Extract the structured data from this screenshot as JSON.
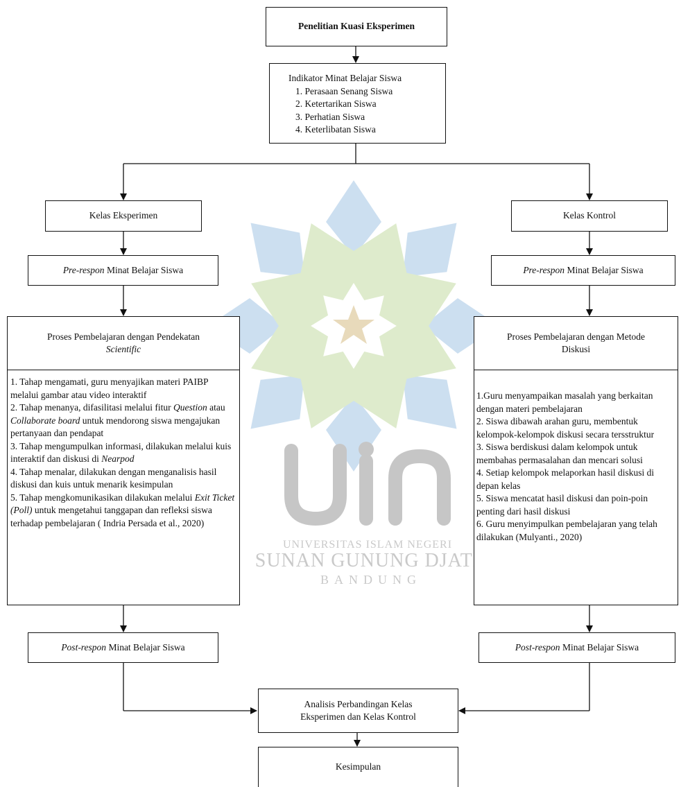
{
  "watermark": {
    "logo_text": "uin",
    "line1": "UNIVERSITAS ISLAM NEGERI",
    "line2": "SUNAN GUNUNG DJATI",
    "line3": "BANDUNG",
    "colors": {
      "blue": "#c7dcef",
      "green": "#dbe9c7",
      "star": "#e6d6b4",
      "gray": "#c6c6c6"
    }
  },
  "nodes": {
    "title": "Penelitian Kuasi Eksperimen",
    "indicator": {
      "heading": "Indikator Minat Belajar Siswa",
      "items": [
        "1. Perasaan Senang Siswa",
        "2. Ketertarikan Siswa",
        "3. Perhatian Siswa",
        "4. Keterlibatan Siswa"
      ]
    },
    "left": {
      "class_label": "Kelas Eksperimen",
      "pre_italic": "Pre-respon",
      "pre_rest": " Minat Belajar Siswa",
      "process_line1": "Proses Pembelajaran dengan Pendekatan",
      "process_line2": "Scientific",
      "post_italic": "Post-respon",
      "post_rest": " Minat Belajar Siswa"
    },
    "left_steps": {
      "s1": "1. Tahap mengamati, guru menyajikan materi PAIBP melalui gambar atau video interaktif",
      "s2a": "2. Tahap menanya, difasilitasi melalui fitur ",
      "s2b": "Question",
      "s2c": " atau ",
      "s2d": "Collaborate board",
      "s2e": " untuk mendorong siswa mengajukan pertanyaan dan pendapat",
      "s3a": "3. Tahap mengumpulkan informasi, dilakukan melalui kuis interaktif dan diskusi di ",
      "s3b": "Nearpod",
      "s4": "4. Tahap menalar, dilakukan dengan menganalisis hasil diskusi dan kuis untuk menarik kesimpulan",
      "s5a": "5. Tahap mengkomunikasikan dilakukan melalui ",
      "s5b": "Exit Ticket (Poll)",
      "s5c": " untuk mengetahui tanggapan dan refleksi siswa terhadap pembelajaran ( Indria Persada et al., 2020)"
    },
    "right": {
      "class_label": "Kelas Kontrol",
      "pre_italic": "Pre-respon",
      "pre_rest": " Minat Belajar Siswa",
      "process_line1": "Proses Pembelajaran dengan Metode",
      "process_line2": "Diskusi",
      "post_italic": "Post-respon",
      "post_rest": " Minat Belajar Siswa"
    },
    "right_steps": [
      "1.Guru menyampaikan masalah yang berkaitan dengan materi pembelajaran",
      "2. Siswa dibawah arahan guru, membentuk kelompok-kelompok diskusi secara tersstruktur",
      "3. Siswa berdiskusi dalam kelompok untuk membahas permasalahan dan mencari solusi",
      "4. Setiap kelompok melaporkan hasil diskusi di depan kelas",
      "5. Siswa mencatat hasil diskusi dan poin-poin penting dari hasil diskusi",
      "6. Guru menyimpulkan pembelajaran yang telah dilakukan (Mulyanti., 2020)"
    ],
    "analysis_line1": "Analisis Perbandingan Kelas",
    "analysis_line2": "Eksperimen dan Kelas Kontrol",
    "conclusion": "Kesimpulan"
  }
}
